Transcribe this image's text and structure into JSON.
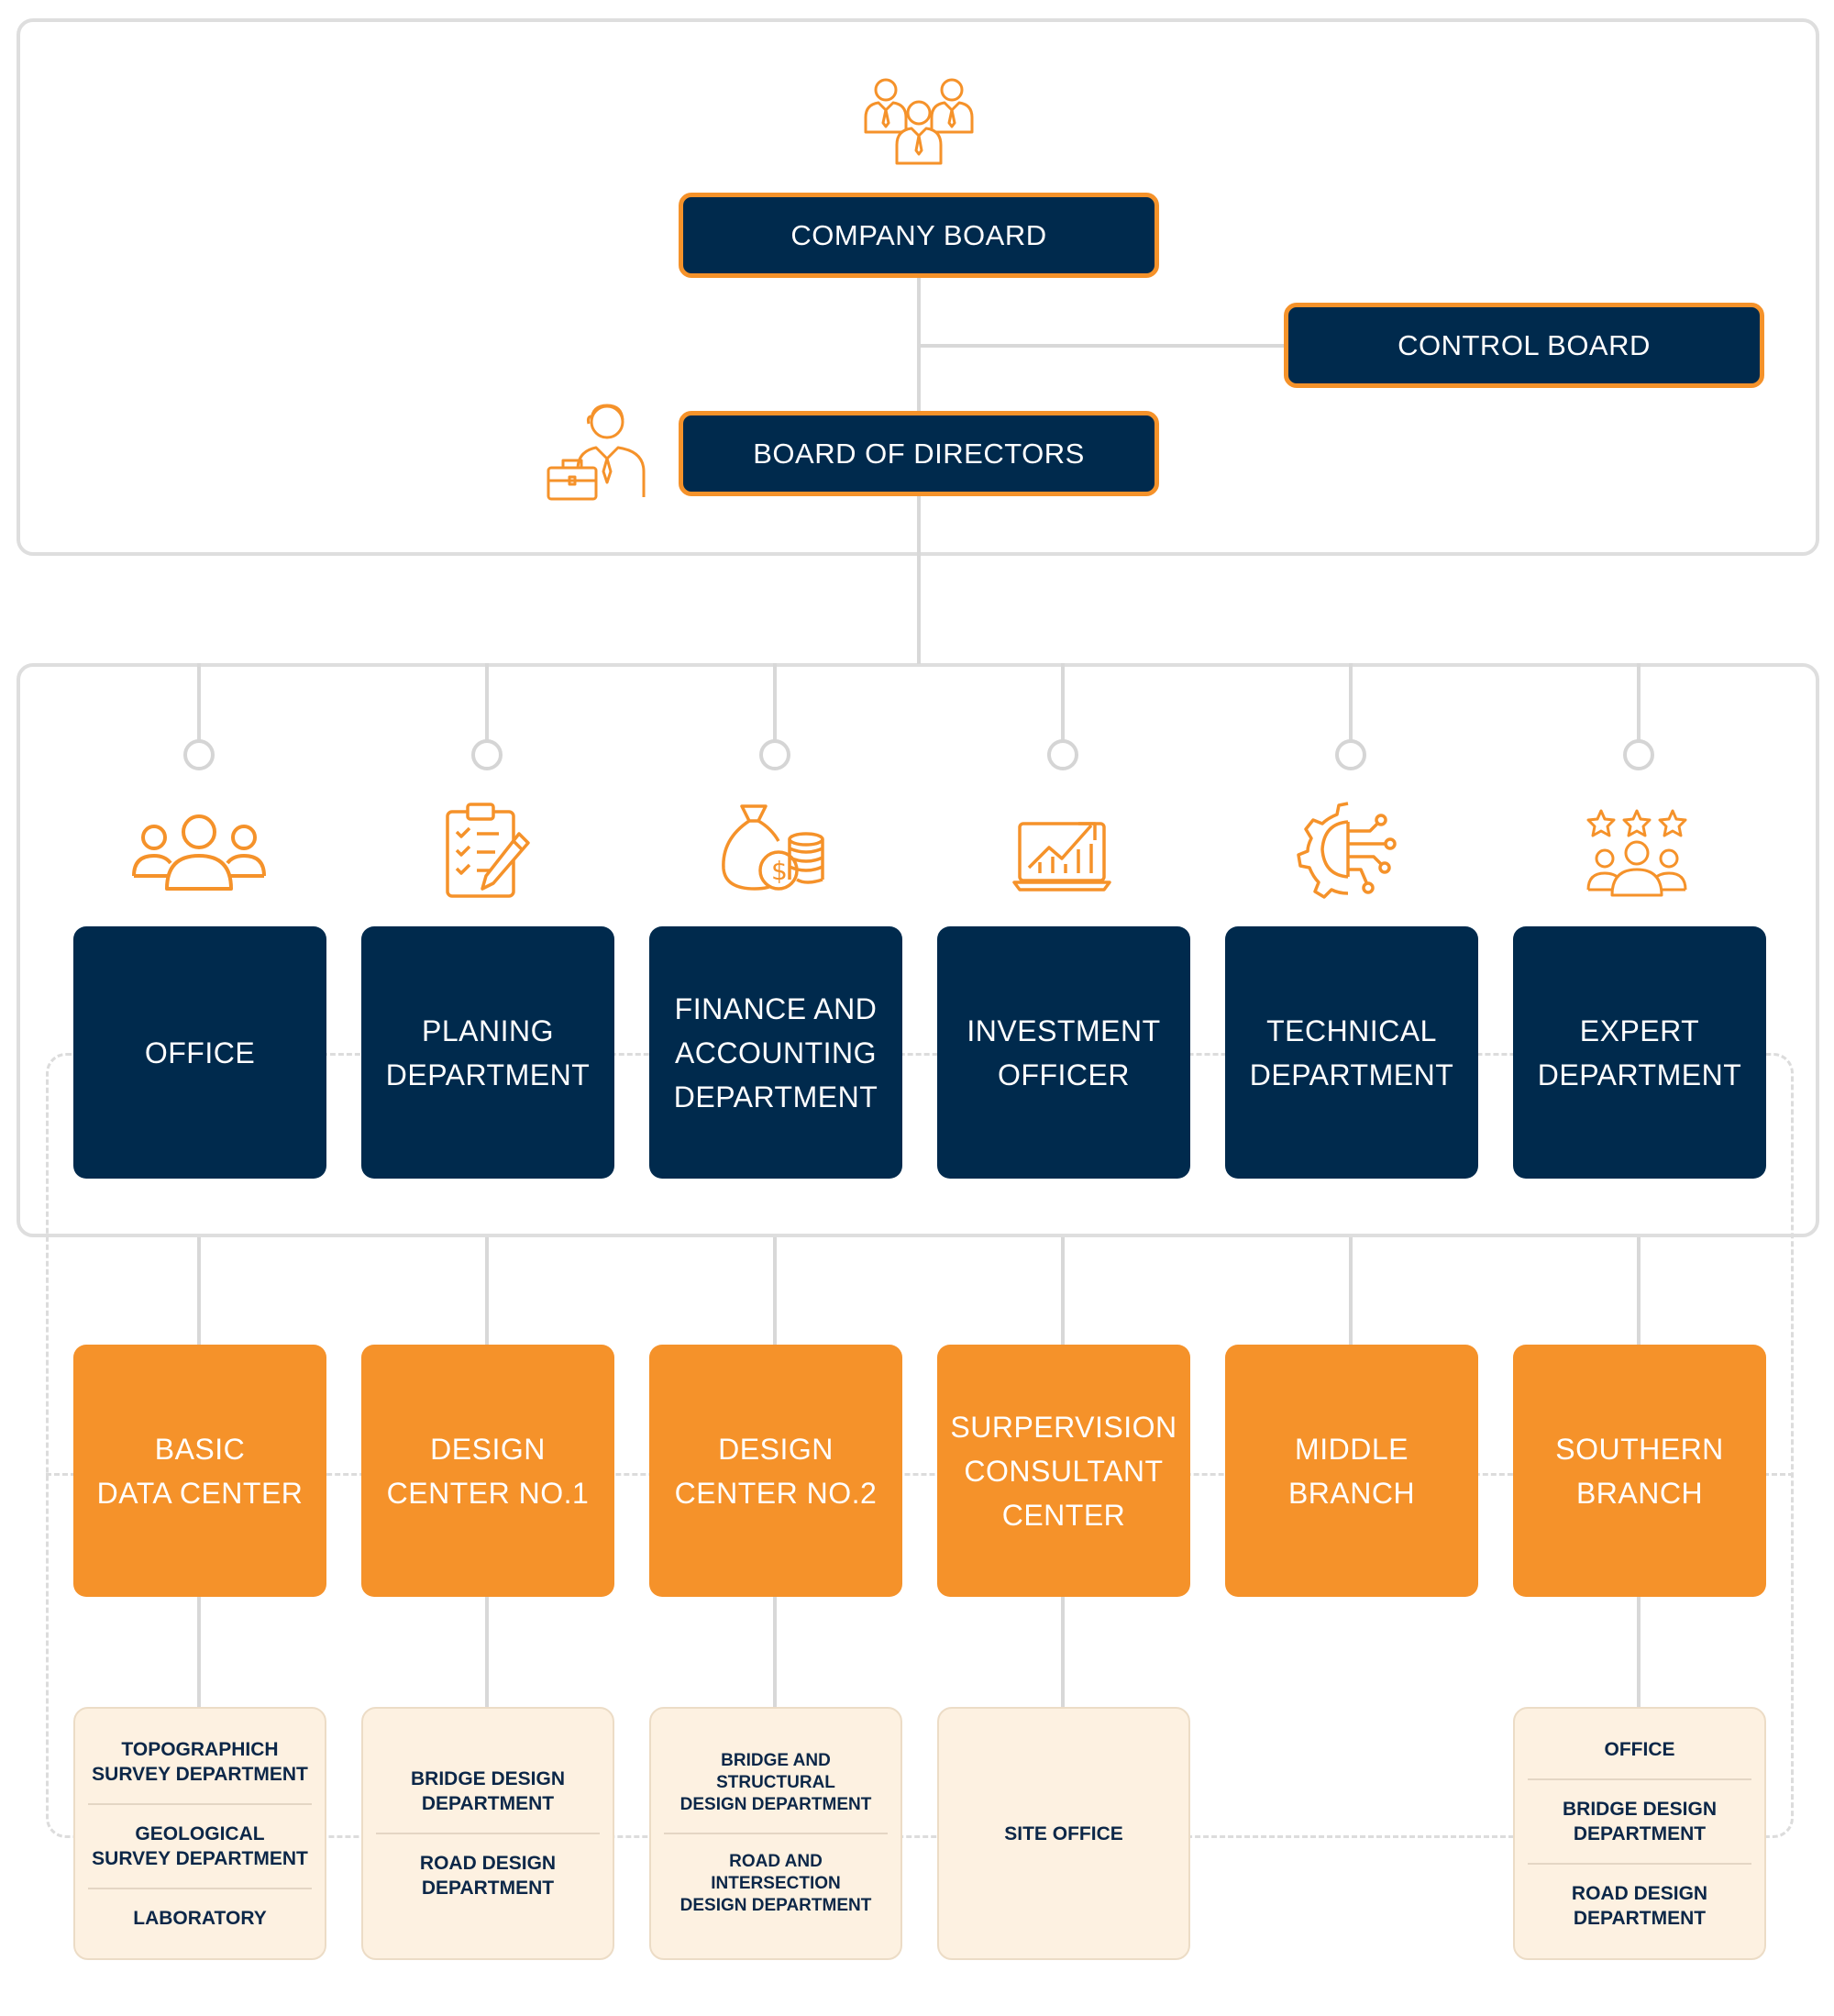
{
  "colors": {
    "navy": "#002a4d",
    "orange": "#f5922a",
    "cream": "#fdf1e1",
    "line": "#d8d8d8"
  },
  "top": {
    "company_board": "COMPANY BOARD",
    "control_board": "CONTROL BOARD",
    "board_of_directors": "BOARD OF DIRECTORS"
  },
  "departments": [
    {
      "label": "OFFICE",
      "icon": "group-people-icon"
    },
    {
      "label": "PLANING\nDEPARTMENT",
      "icon": "clipboard-checklist-icon"
    },
    {
      "label": "FINANCE AND\nACCOUNTING\nDEPARTMENT",
      "icon": "money-bag-coins-icon"
    },
    {
      "label": "INVESTMENT\nOFFICER",
      "icon": "growth-chart-laptop-icon"
    },
    {
      "label": "TECHNICAL\nDEPARTMENT",
      "icon": "gear-circuit-icon"
    },
    {
      "label": "EXPERT\nDEPARTMENT",
      "icon": "rated-experts-icon"
    }
  ],
  "centers": [
    {
      "label": "BASIC\nDATA CENTER"
    },
    {
      "label": "DESIGN\nCENTER NO.1"
    },
    {
      "label": "DESIGN\nCENTER NO.2"
    },
    {
      "label": "SURPERVISION\nCONSULTANT\nCENTER"
    },
    {
      "label": "MIDDLE\nBRANCH"
    },
    {
      "label": "SOUTHERN\nBRANCH"
    }
  ],
  "sub_units": {
    "basic": [
      "TOPOGRAPHICH\nSURVEY DEPARTMENT",
      "GEOLOGICAL\nSURVEY DEPARTMENT",
      "LABORATORY"
    ],
    "design1": [
      "BRIDGE DESIGN\nDEPARTMENT",
      "ROAD DESIGN\nDEPARTMENT"
    ],
    "design2": [
      "BRIDGE AND STRUCTURAL\nDESIGN DEPARTMENT",
      "ROAD AND INTERSECTION\nDESIGN DEPARTMENT"
    ],
    "supervision": [
      "SITE OFFICE"
    ],
    "southern": [
      "OFFICE",
      "BRIDGE DESIGN\nDEPARTMENT",
      "ROAD DESIGN\nDEPARTMENT"
    ]
  },
  "icons": {
    "board": "board-members-icon",
    "director": "businessman-briefcase-icon"
  }
}
